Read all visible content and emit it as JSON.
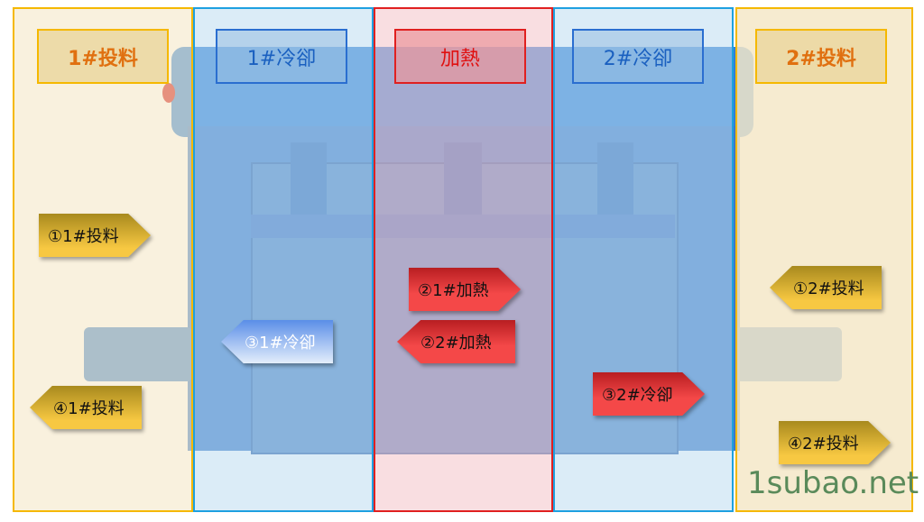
{
  "zones": {
    "feed1": "1#投料",
    "cool1": "1#冷卻",
    "heat": "加熱",
    "cool2": "2#冷卻",
    "feed2": "2#投料"
  },
  "steps": {
    "s1_feed1": "①1#投料",
    "s4_feed1": "④1#投料",
    "s1_feed2": "①2#投料",
    "s4_feed2": "④2#投料",
    "s2_heat1": "②1#加熱",
    "s2_heat2": "②2#加熱",
    "s3_cool1": "③1#冷卻",
    "s3_cool2": "③2#冷卻"
  },
  "watermark": "1subao.net",
  "colors": {
    "feed": "#f5b800",
    "cool": "#1ea0e0",
    "heat": "#e02020",
    "machine": "#2f7fd6",
    "watermark": "#5a8a5a"
  }
}
